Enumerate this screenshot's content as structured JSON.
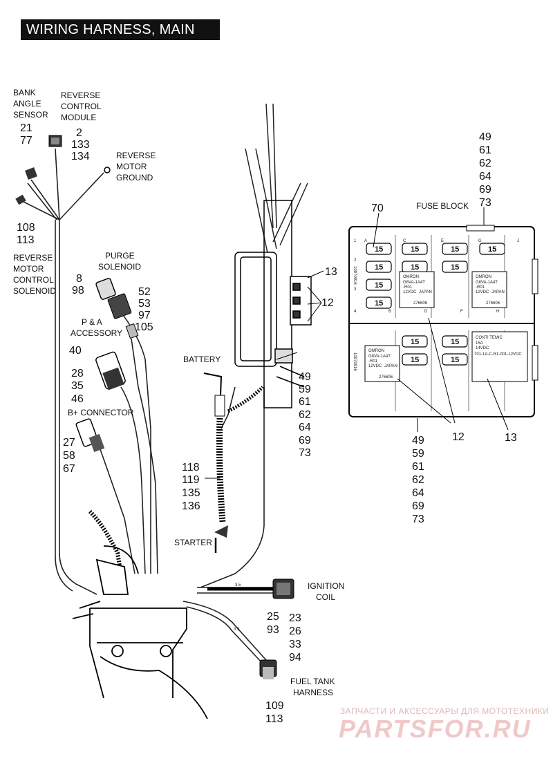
{
  "title": "WIRING HARNESS, MAIN",
  "callouts": {
    "bank_angle_sensor": {
      "label": [
        "BANK",
        "ANGLE",
        "SENSOR"
      ],
      "numbers": [
        "21",
        "77"
      ]
    },
    "reverse_control_module": {
      "label": [
        "REVERSE",
        "CONTROL",
        "MODULE"
      ],
      "numbers": [
        "2",
        "133",
        "134"
      ]
    },
    "reverse_motor_ground": {
      "label": [
        "REVERSE",
        "MOTOR",
        "GROUND"
      ]
    },
    "reverse_motor_control_solenoid": {
      "numbers": [
        "108",
        "113"
      ],
      "label": [
        "REVERSE",
        "MOTOR",
        "CONTROL",
        "SOLENOID"
      ]
    },
    "purge_solenoid": {
      "label": [
        "PURGE",
        "SOLENOID"
      ],
      "numbers_left": [
        "8",
        "98"
      ],
      "numbers_right": [
        "52",
        "53",
        "97",
        "105"
      ]
    },
    "pa_accessory": {
      "label": [
        "P & A",
        "ACCESSORY"
      ],
      "numbers": [
        "40",
        "28",
        "35",
        "46"
      ]
    },
    "b_plus_connector": {
      "label": "B+ CONNECTOR",
      "numbers": [
        "27",
        "58",
        "67"
      ]
    },
    "battery": {
      "label": "BATTERY"
    },
    "starter": {
      "label": "STARTER",
      "numbers": [
        "118",
        "119",
        "135",
        "136"
      ]
    },
    "frame_fuse_area": {
      "numbers_13": "13",
      "numbers_12": "12",
      "numbers": [
        "49",
        "59",
        "61",
        "62",
        "64",
        "69",
        "73"
      ]
    },
    "ignition_coil": {
      "label": [
        "IGNITION",
        "COIL"
      ],
      "numbers_left": [
        "25",
        "93"
      ],
      "numbers_right": [
        "23",
        "26",
        "33",
        "94"
      ]
    },
    "fuel_tank_harness": {
      "label": [
        "FUEL TANK",
        "HARNESS"
      ],
      "numbers": [
        "109",
        "113"
      ]
    },
    "fuse_block": {
      "label": "FUSE BLOCK",
      "numbers_top": [
        "49",
        "61",
        "62",
        "64",
        "69",
        "73"
      ],
      "callout_70": "70",
      "callout_13": "13",
      "callout_12": "12",
      "numbers_bottom": [
        "49",
        "59",
        "61",
        "62",
        "64",
        "69",
        "73"
      ]
    }
  },
  "fuse_block_detail": {
    "fuse_rating": "15",
    "columns": [
      "A",
      "B",
      "C",
      "D",
      "E",
      "F",
      "G",
      "H",
      "J"
    ],
    "rows": [
      "1",
      "2",
      "3",
      "4"
    ],
    "relay_brand": "OMRON",
    "relay_model": [
      "G8VA-1A4T",
      "-R01"
    ],
    "relay_voltage": "12VDC",
    "relay_origin": "JAPAN",
    "relay_code": "276606",
    "part_number_vertical": "10970916",
    "relay2_brand": "CONTI TEMIC",
    "relay2_spec": [
      "15A",
      "14VDC"
    ],
    "relay2_code": "701-1A-C-R1-001-12VDC"
  },
  "watermark": {
    "tagline": "ЗАПЧАСТИ И АКСЕССУАРЫ ДЛЯ МОТОТЕХНИКИ",
    "logo": "PARTSFOR.RU"
  },
  "wire_marks": {
    "ignition": "3.5",
    "fuel": "3.5"
  }
}
